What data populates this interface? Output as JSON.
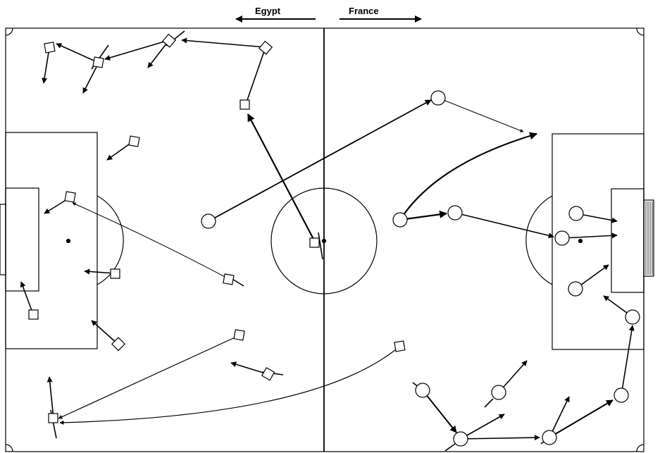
{
  "header": {
    "left_team": "Egypt",
    "right_team": "France"
  },
  "colors": {
    "ink": "#000000",
    "paper": "#ffffff"
  },
  "legend_symbols": {
    "egypt_player": "square-marker",
    "france_player": "circle-marker"
  }
}
